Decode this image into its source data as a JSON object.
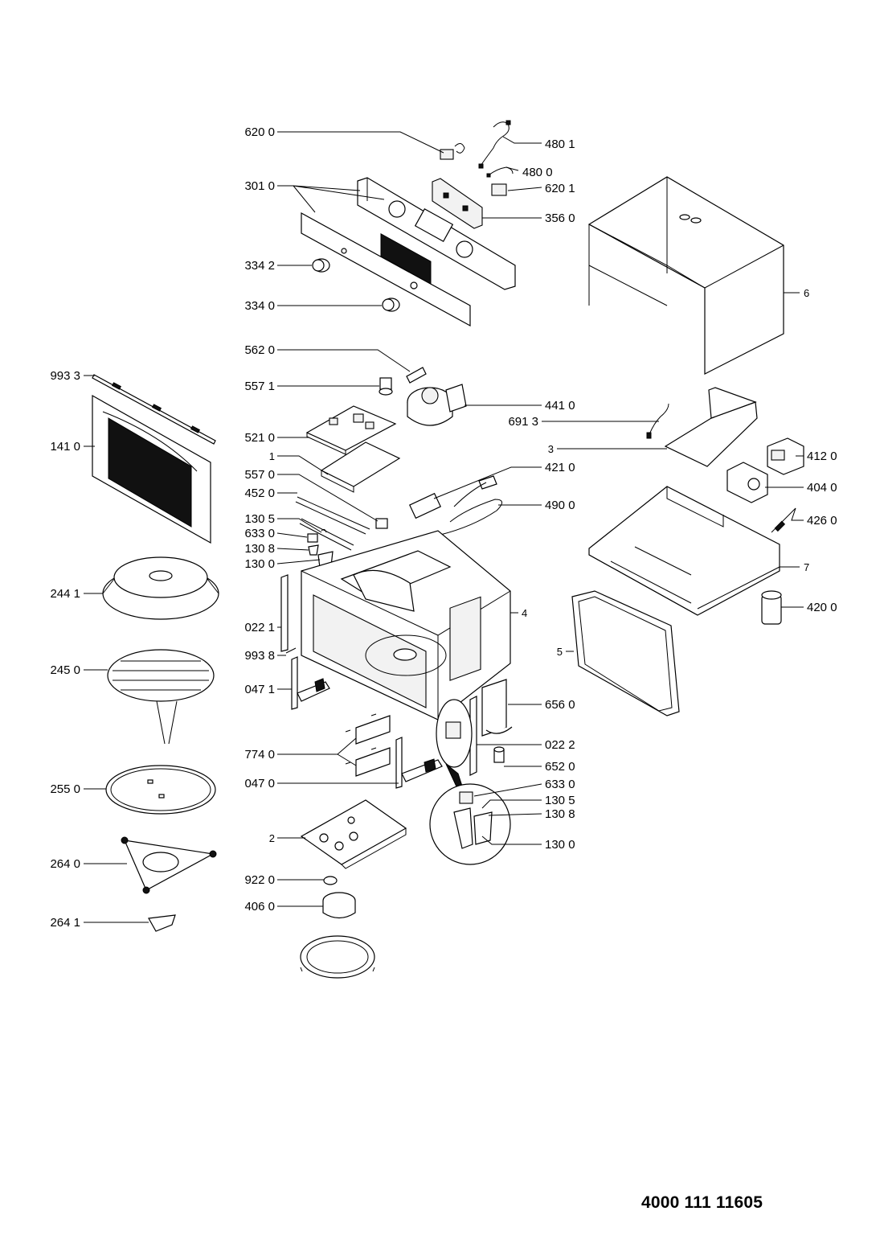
{
  "document_number": "4000 111 11605",
  "part_labels": {
    "p6200": "620 0",
    "p4801": "480 1",
    "p4800": "480 0",
    "p6201": "620 1",
    "p3010": "301 0",
    "p3560": "356 0",
    "p3342": "334 2",
    "p3340": "334 0",
    "p6": "6",
    "p5620": "562 0",
    "p9933": "993 3",
    "p5571": "557 1",
    "p4410": "441 0",
    "p6913": "691 3",
    "p1410": "141 0",
    "p5210": "521 0",
    "p3": "3",
    "p4120": "412 0",
    "p1": "1",
    "p4210": "421 0",
    "p5570": "557 0",
    "p4040": "404 0",
    "p4520": "452 0",
    "p4900": "490 0",
    "p1305a": "130 5",
    "p4260": "426 0",
    "p6330a": "633 0",
    "p1308a": "130 8",
    "p7": "7",
    "p1300a": "130 0",
    "p2441": "244 1",
    "p4": "4",
    "p4200": "420 0",
    "p0221": "022 1",
    "p5": "5",
    "p9938": "993 8",
    "p2450": "245 0",
    "p0471": "047 1",
    "p6560": "656 0",
    "p7740": "774 0",
    "p0222": "022 2",
    "p6520": "652 0",
    "p2550": "255 0",
    "p0470": "047 0",
    "p6330b": "633 0",
    "p1305b": "130 5",
    "p1308b": "130 8",
    "p2": "2",
    "p1300b": "130 0",
    "p2640": "264 0",
    "p9220": "922 0",
    "p4060": "406 0",
    "p2641": "264 1"
  }
}
